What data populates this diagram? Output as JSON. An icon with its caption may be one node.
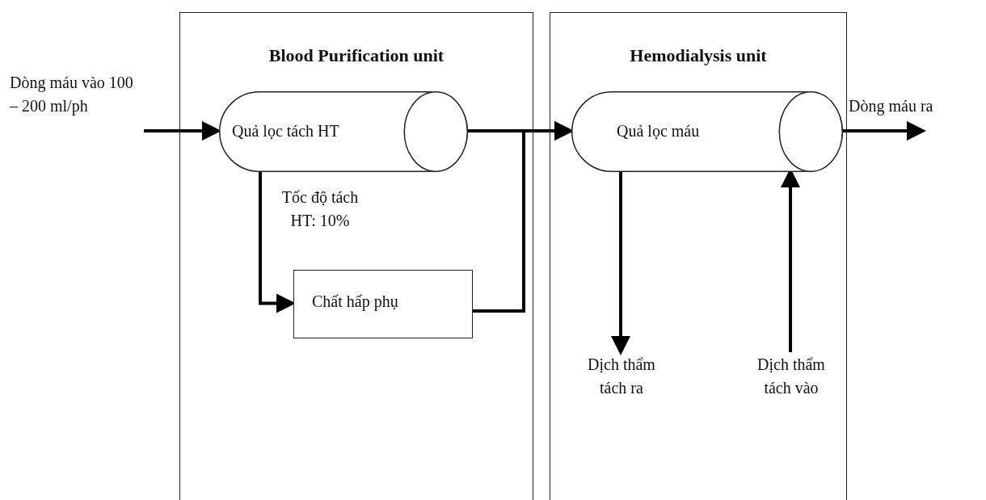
{
  "diagram": {
    "nodes": [
      {
        "text": [
          "Blood Purification unit"
        ]
      },
      {
        "text": [
          "Hemodialysis unit"
        ]
      },
      {
        "text": [
          "Quả lọc tách HT"
        ],
        "in": 0
      },
      {
        "text": [
          "Chất hấp phụ"
        ],
        "in": 0
      },
      {
        "text": [
          "Quả lọc máu"
        ],
        "in": 1
      },
      {
        "text": [
          "Dịch thẩm tách ra"
        ],
        "in": 1
      },
      {
        "text": [
          "Dịch thẩm tách vào"
        ],
        "in": 1
      }
    ],
    "edges": [
      {
        "from": null,
        "to": 2,
        "arrow": "to",
        "label": "Dòng máu vào 100 – 200 ml/ph"
      },
      {
        "from": 2,
        "to": 3,
        "arrow": "to",
        "label": "Tốc độ tách HT: 10%"
      },
      {
        "from": 2,
        "to": 4,
        "arrow": "to"
      },
      {
        "from": 3,
        "to": 4,
        "arrow": "to"
      },
      {
        "from": 4,
        "to": 5,
        "arrow": "to"
      },
      {
        "from": 6,
        "to": 4,
        "arrow": "to"
      },
      {
        "from": 4,
        "to": null,
        "arrow": "to",
        "label": "Dòng máu ra"
      }
    ]
  }
}
